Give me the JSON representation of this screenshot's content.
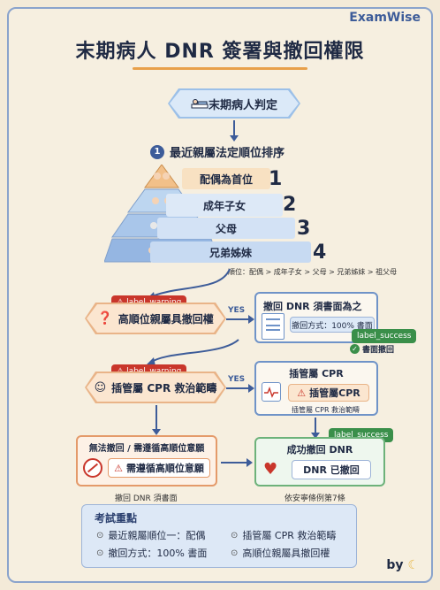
{
  "brand": "ExamWise",
  "title": "末期病人 DNR 簽署與撤回權限",
  "start": {
    "label": "末期病人判定"
  },
  "step1": {
    "number": "1",
    "label": "最近親屬法定順位排序"
  },
  "pyramid": {
    "layers": [
      {
        "label": "配偶為首位",
        "rank": "1"
      },
      {
        "label": "成年子女",
        "rank": "2"
      },
      {
        "label": "父母",
        "rank": "3"
      },
      {
        "label": "兄弟姊妹",
        "rank": "4"
      }
    ],
    "caption": "順位：配偶 > 成年子女 > 父母 > 兄弟姊妹 > 祖父母"
  },
  "decision1": {
    "tag": "label_warning",
    "label": "高順位親屬具撤回權",
    "yes": "YES"
  },
  "result1": {
    "title": "撤回 DNR 須書面為之",
    "method": "撤回方式：100% 書面",
    "tag": "label_success",
    "check_label": "書面撤回"
  },
  "decision2": {
    "tag": "label_warning",
    "label": "插管屬 CPR 救治範疇",
    "yes": "YES"
  },
  "result2": {
    "title": "插管屬 CPR",
    "inner": "插管屬CPR",
    "caption": "插管屬 CPR 救治範疇"
  },
  "left_card": {
    "title": "無法撤回 / 需遵循高順位意願",
    "inner": "需遵循高順位意願",
    "caption": "撤回 DNR 須書面"
  },
  "right_card": {
    "tag": "label_success",
    "title": "成功撤回 DNR",
    "inner": "DNR 已撤回",
    "caption": "依安寧條例第7條"
  },
  "summary": {
    "title": "考試重點",
    "items": [
      "最近親屬順位一：配偶",
      "插管屬 CPR 救治範疇",
      "撤回方式：100% 書面",
      "高順位親屬具撤回權"
    ]
  },
  "footer": {
    "by": "by"
  },
  "colors": {
    "accent": "#3d5c99",
    "warning": "#c9362b",
    "success": "#3a8f4a",
    "highlight": "#e8a04a"
  }
}
